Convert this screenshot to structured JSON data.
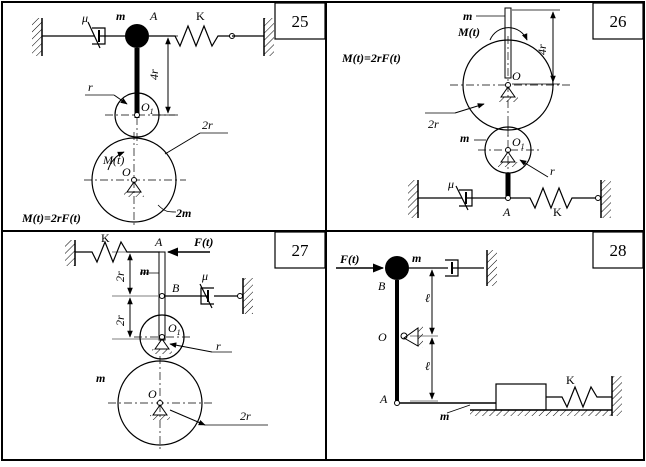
{
  "panels": [
    {
      "number": "25",
      "formula": "M(t)=2rF(t)",
      "labels": {
        "mu": "μ",
        "m": "m",
        "A": "A",
        "K": "K",
        "r": "r",
        "O1": "O1",
        "fourr": "4r",
        "twor": "2r",
        "Mt": "M(t)",
        "O": "O",
        "twom": "2m"
      }
    },
    {
      "number": "26",
      "formula": "M(t)=2rF(t)",
      "labels": {
        "m_top": "m",
        "Mt": "M(t)",
        "fourr": "4r",
        "O": "O",
        "twor": "2r",
        "m": "m",
        "O1": "O1",
        "r": "r",
        "mu": "μ",
        "A": "A",
        "K": "K"
      }
    },
    {
      "number": "27",
      "labels": {
        "K": "K",
        "A": "A",
        "Ft": "F(t)",
        "m_rod": "m",
        "twor_a": "2r",
        "B": "B",
        "mu": "μ",
        "twor_b": "2r",
        "O1": "O1",
        "r": "r",
        "m": "m",
        "O": "O",
        "twor": "2r"
      }
    },
    {
      "number": "28",
      "labels": {
        "Ft": "F(t)",
        "m": "m",
        "B": "B",
        "l_top": "ℓ",
        "O": "O",
        "l_bot": "ℓ",
        "A": "A",
        "K": "K",
        "m_bot": "m"
      }
    }
  ]
}
